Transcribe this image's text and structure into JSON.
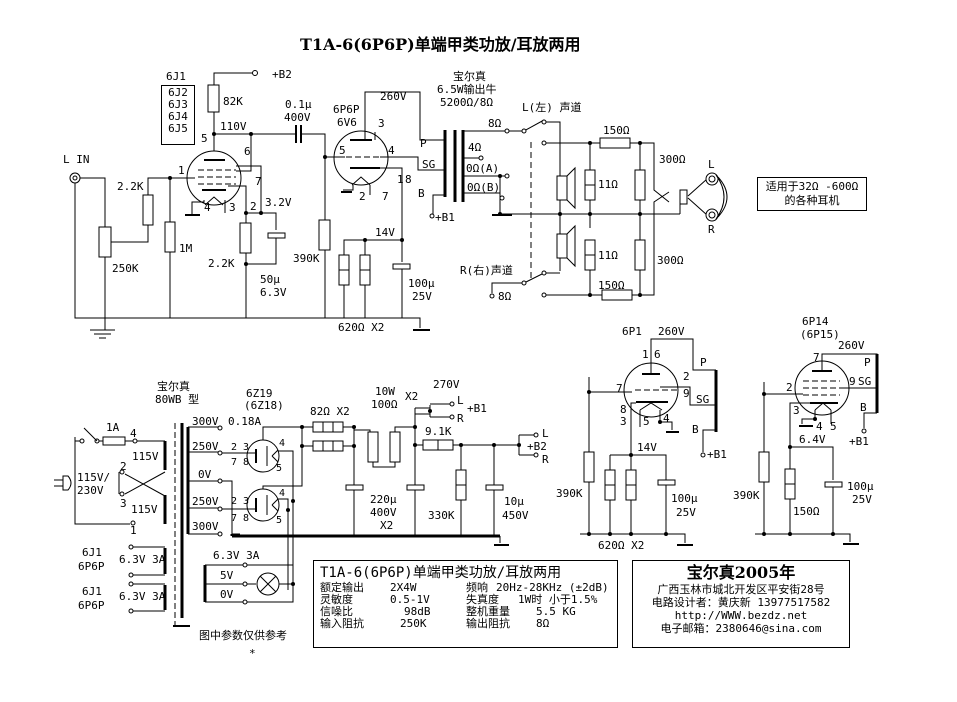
{
  "title": "T1A-6(6P6P)单端甲类功放/耳放两用",
  "input": {
    "label": "L IN"
  },
  "preamp": {
    "tube": "6J1",
    "tube_alternatives": [
      "6J2",
      "6J3",
      "6J4",
      "6J5"
    ],
    "plate_resistor": "82K",
    "plate_voltage": "110V",
    "supply": "+B2",
    "coupling_cap": [
      "0.1μ",
      "400V"
    ],
    "grid_resistor": "2.2K",
    "volume_pot": "250K",
    "grid_leak": "1M",
    "cathode_resistor": "2.2K",
    "cathode_voltage": "3.2V",
    "cathode_cap": [
      "50μ",
      "6.3V"
    ],
    "pins": [
      "1",
      "2",
      "3",
      "4",
      "5",
      "6",
      "7"
    ]
  },
  "power_stage": {
    "tube": [
      "6P6P",
      "6V6"
    ],
    "plate_voltage": "260V",
    "grid_leak": "390K",
    "cathode_voltage": "14V",
    "cathode_resistor": "620Ω X2",
    "cathode_cap": [
      "100μ",
      "25V"
    ],
    "pins": [
      "1",
      "2",
      "3",
      "4",
      "5",
      "7",
      "8"
    ],
    "supply": "+B1"
  },
  "output_transformer": {
    "label": [
      "宝尔真",
      "6.5W输出牛",
      "5200Ω/8Ω"
    ],
    "primary_taps": [
      "P",
      "SG",
      "B"
    ],
    "secondary_taps": [
      "8Ω",
      "4Ω",
      "0Ω(A)",
      "0Ω(B)"
    ]
  },
  "headphone_network": {
    "left_channel": "L(左) 声道",
    "right_channel": "R(右)声道",
    "right_tap": "8Ω",
    "series_resistor": "150Ω",
    "shunt_resistor": "11Ω",
    "load_resistor": "300Ω",
    "jack_labels": [
      "L",
      "R"
    ]
  },
  "note": [
    "适用于32Ω -600Ω",
    "的各种耳机"
  ],
  "power_supply": {
    "transformer": [
      "宝尔真",
      "80WB 型"
    ],
    "fuse": "1A",
    "mains": [
      "115V/",
      "230V"
    ],
    "primary_windings": [
      "115V",
      "115V"
    ],
    "primary_pins": [
      "1",
      "2",
      "3",
      "4"
    ],
    "secondary_taps": [
      "300V",
      "250V",
      "0V",
      "250V",
      "300V"
    ],
    "current": "0.18A",
    "rectifier": [
      "6Z19",
      "(6Z18)"
    ],
    "rectifier_pins": [
      "2 3",
      "7 8",
      "4",
      "5"
    ],
    "series_resistors": "82Ω X2",
    "wire_resistors": [
      "10W",
      "100Ω",
      "X2"
    ],
    "filter_caps": [
      "220μ",
      "400V",
      "X2"
    ],
    "b1_voltage": "270V",
    "b1_label": "+B1",
    "dropping_resistor": "9.1K",
    "bleeder": "330K",
    "b2_cap": [
      "10μ",
      "450V"
    ],
    "b2_label": "+B2",
    "lr": [
      "L",
      "R"
    ],
    "heater_windings": [
      {
        "tubes": [
          "6J1",
          "6P6P"
        ],
        "rating": "6.3V 3A"
      },
      {
        "tubes": [
          "6J1",
          "6P6P"
        ],
        "rating": "6.3V 3A"
      }
    ],
    "heater_secondary": [
      "6.3V 3A",
      "5V",
      "0V"
    ],
    "disclaimer": "图中参数仅供参考",
    "asterisk": "*"
  },
  "alt_6p1": {
    "tube": "6P1",
    "plate_voltage": "260V",
    "grid_leak": "390K",
    "cathode_voltage": "14V",
    "cathode_resistor": "620Ω X2",
    "cathode_cap": [
      "100μ",
      "25V"
    ],
    "taps": [
      "P",
      "SG",
      "B"
    ],
    "supply": "+B1",
    "pins": [
      "1",
      "6",
      "7",
      "2",
      "9",
      "8",
      "3",
      "5",
      "4"
    ]
  },
  "alt_6p14": {
    "tube": [
      "6P14",
      "(6P15)"
    ],
    "plate_voltage": "260V",
    "grid_leak": "390K",
    "cathode_voltage": "6.4V",
    "cathode_resistor": "150Ω",
    "cathode_cap": [
      "100μ",
      "25V"
    ],
    "taps": [
      "P",
      "SG",
      "B"
    ],
    "supply": "+B1",
    "pins": [
      "7",
      "2",
      "9",
      "3",
      "4",
      "5"
    ]
  },
  "specs": {
    "title": "T1A-6(6P6P)单端甲类功放/耳放两用",
    "rows": [
      {
        "k1": "额定输出",
        "v1": "2X4W",
        "k2": "频响",
        "v2": "20Hz-28KHz (±2dB)"
      },
      {
        "k1": "灵敏度",
        "v1": "0.5-1V",
        "k2": "失真度",
        "v2": "1W时 小于1.5%"
      },
      {
        "k1": "信噪比",
        "v1": "98dB",
        "k2": "整机重量",
        "v2": "5.5 KG"
      },
      {
        "k1": "输入阻抗",
        "v1": "250K",
        "k2": "输出阻抗",
        "v2": "8Ω"
      }
    ]
  },
  "info": {
    "brand": "宝尔真2005年",
    "address": "广西玉林市城北开发区平安街28号",
    "designer": "电路设计者：黄庆新  13977517582",
    "website": "http://WWW.bezdz.net",
    "email": "电子邮箱：2380646@sina.com"
  }
}
